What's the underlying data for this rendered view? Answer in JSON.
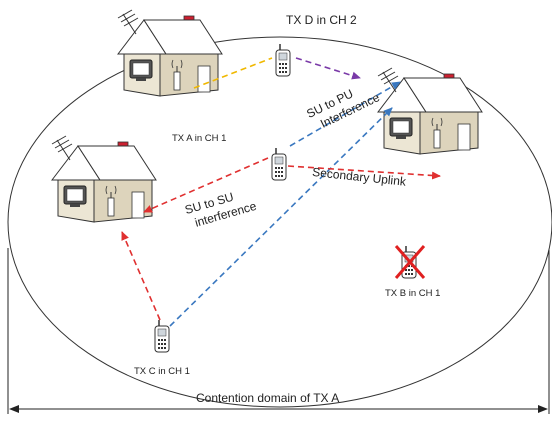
{
  "labels": {
    "tx_d": "TX D in CH 2",
    "tx_a": "TX A in CH 1",
    "tx_b": "TX B in CH 1",
    "tx_c": "TX C in CH 1",
    "su_to_pu_line1": "SU to PU",
    "su_to_pu_line2": "Interference",
    "su_to_su_line1": "SU to SU",
    "su_to_su_line2": "interference",
    "secondary_uplink": "Secondary Uplink",
    "contention_domain": "Contention domain of TX A"
  },
  "colors": {
    "su_to_su": "#e03030",
    "su_to_pu": "#3a78c0",
    "tx_a_to_d": "#f0b800",
    "tx_d_link": "#7a3aa8",
    "house_wall": "#ece6d4",
    "roof": "#ffffff",
    "chimney": "#cc2030",
    "cross": "#e02020"
  }
}
